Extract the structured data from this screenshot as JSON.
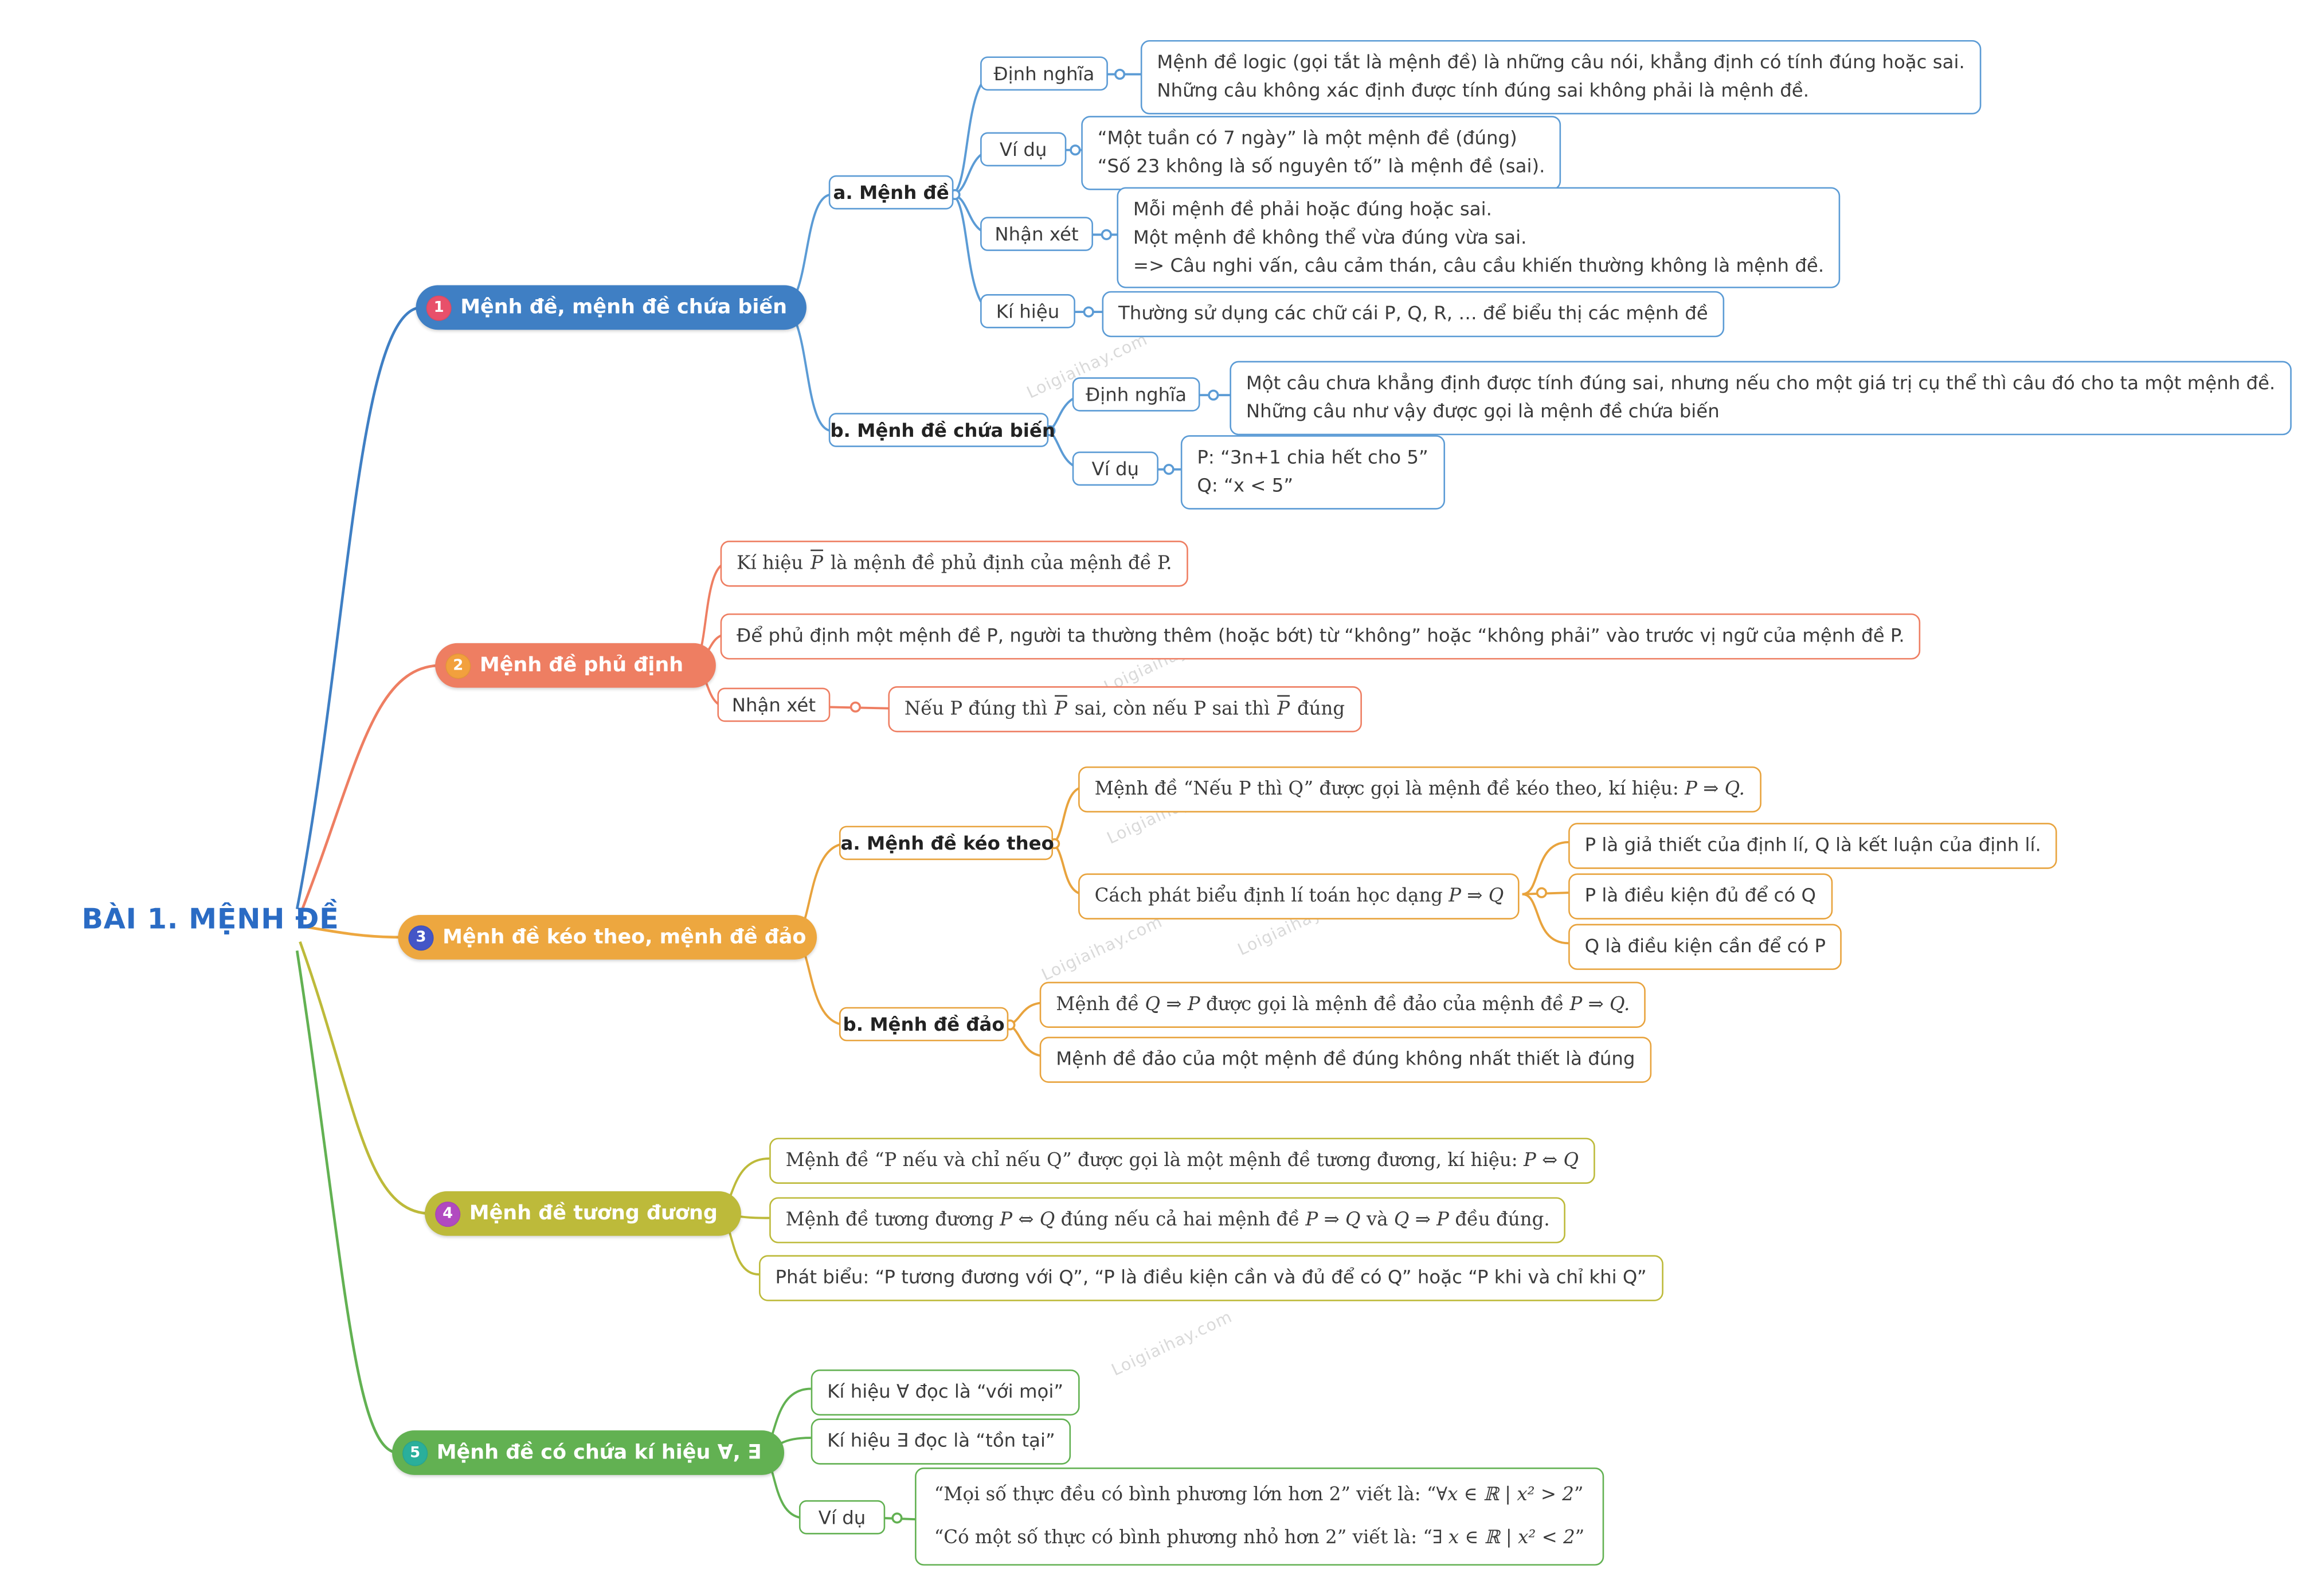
{
  "root_title": "BÀI 1. MỆNH ĐỀ",
  "watermark": "Loigiaihay.com",
  "colors": {
    "branch1": "#3f7fc4",
    "branch2": "#ee7e62",
    "branch3": "#eda73f",
    "branch4": "#bdba3a",
    "branch5": "#62b152",
    "badge1": "#e8506a",
    "badge2": "#f2a03d",
    "badge3": "#4456c7",
    "badge4": "#b14ac0",
    "badge5": "#2aaf9b"
  },
  "branch1": {
    "number": "1",
    "title": "Mệnh đề, mệnh đề chứa biến",
    "a": {
      "title": "a. Mệnh đề",
      "dinh_nghia": {
        "label": "Định nghĩa",
        "line1": "Mệnh đề logic (gọi tắt là mệnh đề) là những câu nói, khẳng định có tính đúng hoặc sai.",
        "line2": "Những câu không xác định được tính đúng sai không phải là mệnh đề."
      },
      "vi_du": {
        "label": "Ví dụ",
        "line1": "“Một tuần có 7 ngày” là một mệnh đề (đúng)",
        "line2": "“Số 23 không là số nguyên tố” là mệnh đề (sai)."
      },
      "nhan_xet": {
        "label": "Nhận xét",
        "line1": "Mỗi mệnh đề phải hoặc đúng hoặc sai.",
        "line2": "Một mệnh đề không thể vừa đúng vừa sai.",
        "line3": "=> Câu nghi vấn, câu cảm thán, câu cầu khiến thường không là mệnh đề."
      },
      "ki_hieu": {
        "label": "Kí hiệu",
        "text": "Thường sử dụng các chữ cái P, Q, R, … để biểu thị các mệnh đề"
      }
    },
    "b": {
      "title": "b. Mệnh đề chứa biến",
      "dinh_nghia": {
        "label": "Định nghĩa",
        "line1": "Một câu chưa khẳng định được tính đúng sai, nhưng nếu cho một giá trị cụ thể thì câu đó cho ta một mệnh đề.",
        "line2": "Những câu như vậy được gọi là mệnh đề chứa biến"
      },
      "vi_du": {
        "label": "Ví dụ",
        "line1": "P: “3n+1 chia hết cho 5”",
        "line2": "Q: “x < 5”"
      }
    }
  },
  "branch2": {
    "number": "2",
    "title": "Mệnh đề phủ định",
    "box1": {
      "pre": "Kí hiệu",
      "pbar": "P",
      "post": "là mệnh đề phủ định của mệnh đề P."
    },
    "box2": "Để phủ định một mệnh đề P, người ta thường thêm (hoặc bớt) từ “không” hoặc “không phải” vào trước vị ngữ của mệnh đề P.",
    "nhan_xet": {
      "label": "Nhận xét",
      "t1": "Nếu P đúng thì",
      "p1": "P",
      "t2": "sai, còn nếu P sai thì",
      "p2": "P",
      "t3": "đúng"
    }
  },
  "branch3": {
    "number": "3",
    "title": "Mệnh đề kéo theo, mệnh đề đảo",
    "a": {
      "title": "a. Mệnh đề kéo theo",
      "box1": {
        "text": "Mệnh đề “Nếu P thì Q” được gọi là mệnh đề kéo theo, kí hiệu:",
        "math": "P ⇒ Q."
      },
      "box2": {
        "text": "Cách phát biểu định lí toán học dạng",
        "math": "P ⇒ Q"
      },
      "sub1": "P là giả thiết của định lí, Q là kết luận của định lí.",
      "sub2": "P là điều kiện đủ để có Q",
      "sub3": "Q là điều kiện cần để có P"
    },
    "b": {
      "title": "b. Mệnh đề đảo",
      "box1": {
        "t1": "Mệnh đề",
        "m1": "Q ⇒ P",
        "t2": "được gọi là mệnh đề đảo của mệnh đề",
        "m2": "P ⇒ Q."
      },
      "box2": "Mệnh đề đảo của một mệnh đề đúng không nhất thiết là đúng"
    }
  },
  "branch4": {
    "number": "4",
    "title": "Mệnh đề tương đương",
    "box1": {
      "text": "Mệnh đề “P nếu và chỉ nếu Q” được gọi là một mệnh đề tương đương, kí hiệu:",
      "math": "P ⇔ Q"
    },
    "box2": {
      "t1": "Mệnh đề tương đương",
      "m1": "P ⇔ Q",
      "t2": "đúng nếu cả hai mệnh đề",
      "m2": "P ⇒ Q",
      "t3": "và",
      "m3": "Q ⇒ P",
      "t4": "đều đúng."
    },
    "box3": "Phát biểu: “P tương đương với Q”, “P là điều kiện cần và đủ để có Q” hoặc “P khi và chỉ khi Q”"
  },
  "branch5": {
    "number": "5",
    "title": "Mệnh đề có chứa kí hiệu ∀, ∃",
    "box1": "Kí hiệu ∀ đọc là “với mọi”",
    "box2": "Kí hiệu ∃ đọc là “tồn tại”",
    "vi_du": {
      "label": "Ví dụ",
      "line1": {
        "pre": "“Mọi số thực đều có bình phương lớn hơn 2” viết là: “",
        "math": "∀x ∈ ℝ | x² > 2",
        "post": "”"
      },
      "line2": {
        "pre": "“Có một số thực có bình phương nhỏ hơn 2” viết là: “",
        "math": "∃ x ∈ ℝ | x² < 2",
        "post": "”"
      }
    }
  }
}
